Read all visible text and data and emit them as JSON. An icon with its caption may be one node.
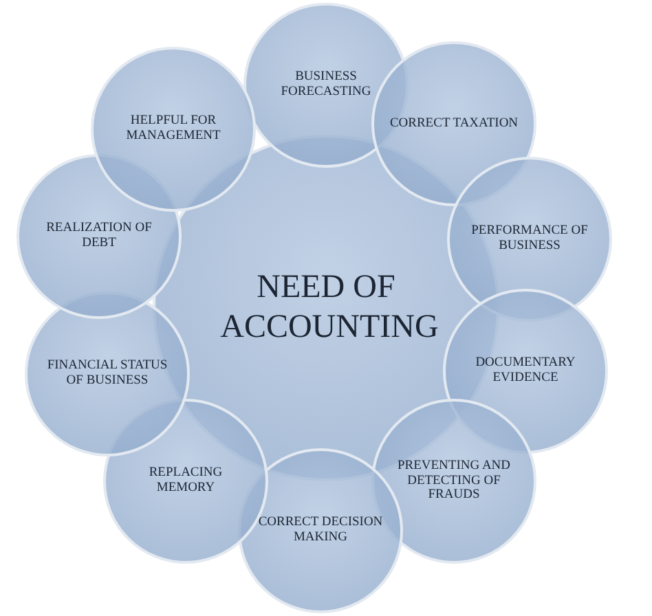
{
  "diagram": {
    "nodes": [
      {
        "text": [
          "NEED OF ACCOUNTING"
        ]
      },
      {
        "text": [
          "BUSINESS FORECASTING"
        ]
      },
      {
        "text": [
          "CORRECT TAXATION"
        ]
      },
      {
        "text": [
          "PERFORMANCE OF BUSINESS"
        ]
      },
      {
        "text": [
          "DOCUMENTARY EVIDENCE"
        ]
      },
      {
        "text": [
          "PREVENTING AND DETECTING OF FRAUDS"
        ]
      },
      {
        "text": [
          "CORRECT DECISION MAKING"
        ]
      },
      {
        "text": [
          "REPLACING MEMORY"
        ]
      },
      {
        "text": [
          "FINANCIAL STATUS OF BUSINESS"
        ]
      },
      {
        "text": [
          "REALIZATION OF DEBT"
        ]
      },
      {
        "text": [
          "HELPFUL FOR MANAGEMENT"
        ]
      }
    ]
  }
}
